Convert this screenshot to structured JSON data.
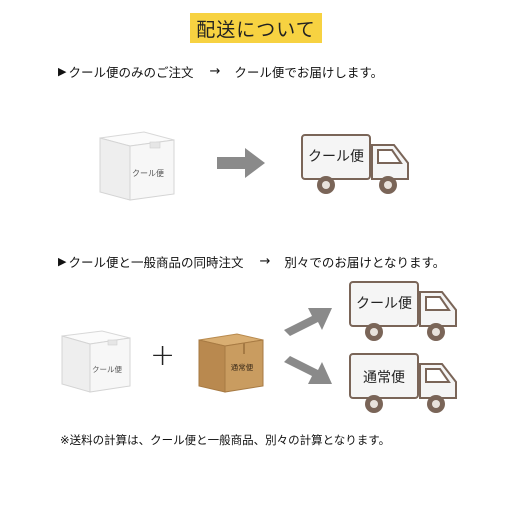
{
  "title": "配送について",
  "section1": {
    "label": "クール便のみのご注文",
    "arrow": "→",
    "result": "クール便でお届けします。",
    "box_label": "クール便",
    "truck_label": "クール便"
  },
  "section2": {
    "label": "クール便と一般商品の同時注文",
    "arrow": "→",
    "result": "別々でのお届けとなります。",
    "box_label": "クール便",
    "plus": "+",
    "cardboard_label": "通常便",
    "truck_cool_label": "クール便",
    "truck_normal_label": "通常便"
  },
  "note": "※送料の計算は、クール便と一般商品、別々の計算となります。",
  "colors": {
    "title_bg": "#f7d241",
    "truck_fill": "#f5f5f5",
    "truck_stroke": "#7a6558",
    "arrow_gray": "#8a8a8a",
    "cardboard": "#c79a5e"
  }
}
